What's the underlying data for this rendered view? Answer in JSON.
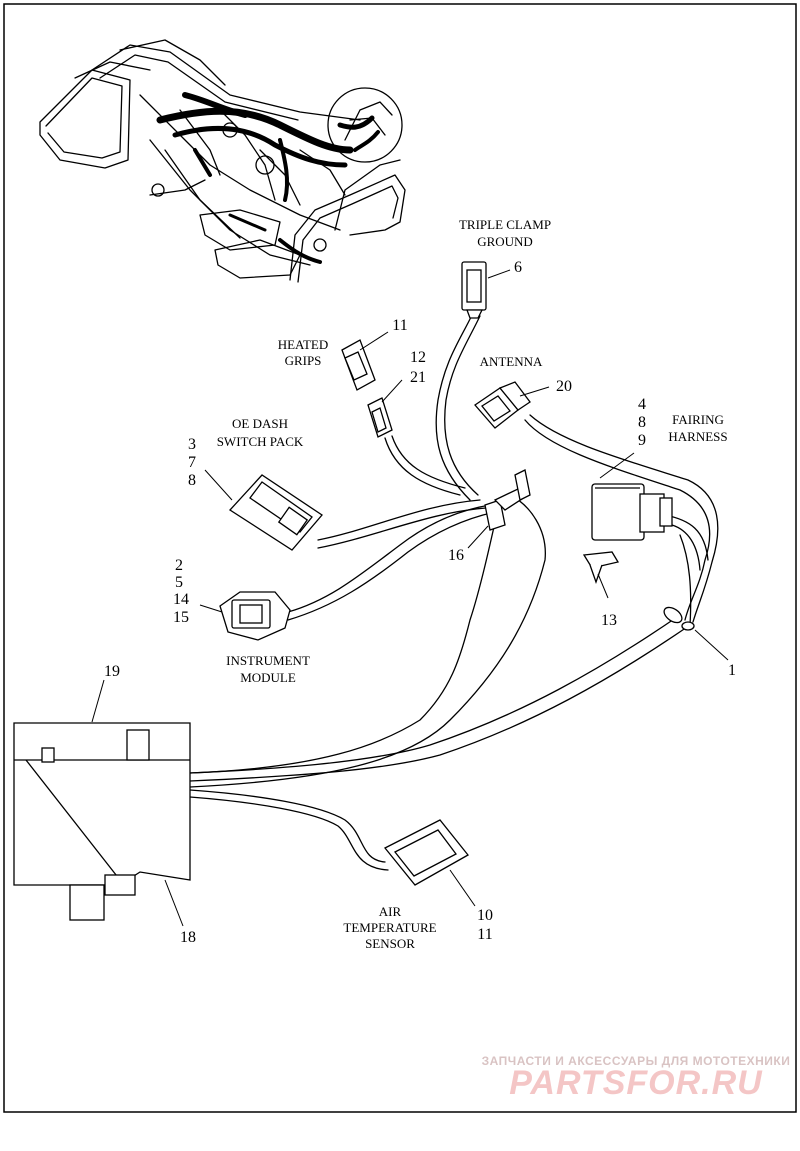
{
  "callouts": {
    "c1": "1",
    "c6": "6",
    "c11a": "11",
    "c12": "12",
    "c21": "21",
    "c20": "20",
    "c4": "4",
    "c8a": "8",
    "c9": "9",
    "c3": "3",
    "c7": "7",
    "c8b": "8",
    "c16": "16",
    "c13": "13",
    "c2": "2",
    "c5": "5",
    "c14": "14",
    "c15": "15",
    "c19": "19",
    "c18": "18",
    "c10": "10",
    "c11b": "11"
  },
  "labels": {
    "triple_clamp_1": "TRIPLE CLAMP",
    "triple_clamp_2": "GROUND",
    "heated_grips_1": "HEATED",
    "heated_grips_2": "GRIPS",
    "antenna": "ANTENNA",
    "fairing_1": "FAIRING",
    "fairing_2": "HARNESS",
    "oe_dash_1": "OE DASH",
    "oe_dash_2": "SWITCH PACK",
    "instrument_1": "INSTRUMENT",
    "instrument_2": "MODULE",
    "air_temp_1": "AIR",
    "air_temp_2": "TEMPERATURE",
    "air_temp_3": "SENSOR"
  },
  "watermark": {
    "tagline": "ЗАПЧАСТИ И АКСЕССУАРЫ ДЛЯ МОТОТЕХНИКИ",
    "brand": "PARTSFOR.RU"
  }
}
